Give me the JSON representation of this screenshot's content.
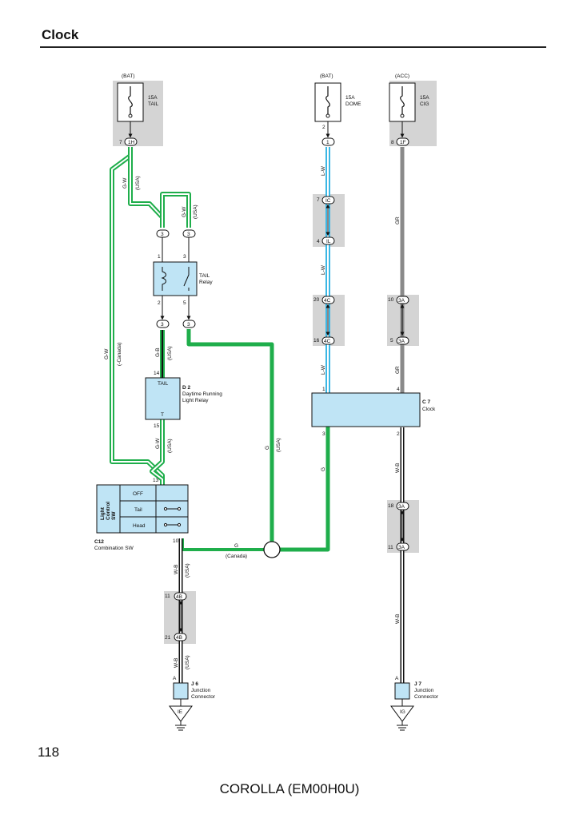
{
  "page": {
    "title": "Clock",
    "page_number": "118",
    "footer": "COROLLA (EM00H0U)"
  },
  "colors": {
    "green": "#1fae4b",
    "blue": "#3cb7e4",
    "gray_wire": "#8a8a8a",
    "black_wire": "#111111",
    "component_fill": "#bfe4f5",
    "shade": "#d4d4d4"
  },
  "fuses": {
    "tail": {
      "source": "(BAT)",
      "rating": "15A",
      "name": "TAIL",
      "pin": "7",
      "connector": "1H"
    },
    "dome": {
      "source": "(BAT)",
      "rating": "15A",
      "name": "DOME",
      "pin": "2",
      "connector": "1"
    },
    "cig": {
      "source": "(ACC)",
      "rating": "15A",
      "name": "CIG",
      "pin": "8",
      "connector": "1F"
    }
  },
  "tail_relay": {
    "name": "TAIL",
    "name2": "Relay",
    "conn_in_left": "3",
    "conn_in_right": "3",
    "conn_out_left": "3",
    "conn_out_right": "3",
    "pin1": "1",
    "pin3": "3",
    "pin2": "2",
    "pin5": "5"
  },
  "d2": {
    "id": "D 2",
    "name1": "Daytime Running",
    "name2": "Light Relay",
    "top_label": "TAIL",
    "bottom_label": "T",
    "pin_top": "14",
    "pin_bottom": "15"
  },
  "c12": {
    "id": "C12",
    "name": "Combination SW",
    "side1": "Light",
    "side2": "Control",
    "side3": "SW",
    "pos_off": "OFF",
    "pos_tail": "Tail",
    "pos_head": "Head",
    "pin_top": "13",
    "pin_bottom": "10"
  },
  "c7": {
    "id": "C 7",
    "name": "Clock",
    "pin1": "1",
    "pin4": "4",
    "pin3": "3",
    "pin2": "2"
  },
  "j6": {
    "id": "J 6",
    "name1": "Junction",
    "name2": "Connector",
    "pin": "A",
    "ground": "IE"
  },
  "j7": {
    "id": "J 7",
    "name1": "Junction",
    "name2": "Connector",
    "pin": "A",
    "ground": "IG"
  },
  "wires": {
    "gw": "G-W",
    "gw_usa": "(USA)",
    "gw_canada": "(-Canada)",
    "gb": "G-B",
    "lw": "L-W",
    "gr": "GR",
    "g": "G",
    "g_usa": "(USA)",
    "g_canada": "(Canada)",
    "wb": "W-B",
    "wb_usa": "(USA)"
  },
  "connectors": {
    "ic_top_pin": "7",
    "ic_top": "IC",
    "ic_bot_pin": "4",
    "ic_bot": "IL",
    "c4_top_pin": "20",
    "c4_top": "4C",
    "c4_bot_pin": "16",
    "c4_bot": "4C",
    "a3_top_pin": "10",
    "a3_top": "3A",
    "a3_bot_pin": "5",
    "a3_bot": "3A",
    "b4_top_pin": "11",
    "b4_top": "4B",
    "b4_bot_pin": "21",
    "b4_bot": "4B",
    "a3l_top_pin": "18",
    "a3l_top": "3A",
    "a3l_bot_pin": "11",
    "a3l_bot": "3A"
  }
}
